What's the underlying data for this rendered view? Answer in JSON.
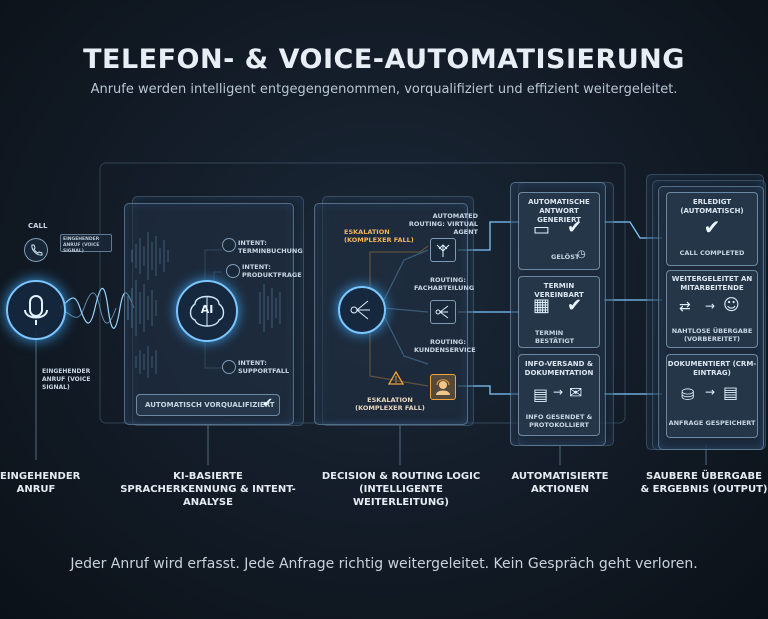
{
  "header": {
    "title": "TELEFON- & VOICE-AUTOMATISIERUNG",
    "subtitle": "Anrufe werden intelligent entgegengenommen, vorqualifiziert und effizient weitergeleitet."
  },
  "input": {
    "call_label": "CALL",
    "tag_label": "EINGEHENDER ANRUF (VOICE SIGNAL)",
    "signal_label": "EINGEHENDER ANRUF (VOICE SIGNAL)",
    "mic_icon": "microphone-icon",
    "phone_icon": "phone-icon"
  },
  "recognition": {
    "ai_label": "AI",
    "intents": [
      "INTENT: TERMINBUCHUNG",
      "INTENT: PRODUKTFRAGE",
      "INTENT: SUPPORTFALL"
    ],
    "status": "AUTOMATISCH VORQUALIFIZIERT"
  },
  "routing": {
    "escalation_top": "ESKALATION (KOMPLEXER FALL)",
    "automated": "AUTOMATED ROUTING: VIRTUAL AGENT",
    "fach": "ROUTING: FACHABTEILUNG",
    "kunden": "ROUTING: KUNDENSERVICE",
    "escalation_bottom": "ESKALATION (KOMPLEXER FALL)"
  },
  "actions": [
    {
      "title": "AUTOMATISCHE ANTWORT GENERIERT",
      "status": "GELÖST"
    },
    {
      "title": "TERMIN VEREINBART",
      "status": "TERMIN BESTÄTIGT"
    },
    {
      "title": "INFO-VERSAND & DOKUMENTATION",
      "status": "INFO GESENDET & PROTOKOLLIERT"
    }
  ],
  "outputs": [
    {
      "title": "ERLEDIGT (AUTOMATISCH)",
      "status": "CALL COMPLETED"
    },
    {
      "title": "WEITERGELEITET AN MITARBEITENDE",
      "status": "NAHTLOSE ÜBERGABE (VORBEREITET)"
    },
    {
      "title": "DOKUMENTIERT (CRM-EINTRAG)",
      "status": "ANFRAGE GESPEICHERT"
    }
  ],
  "stages": [
    "EINGEHENDER ANRUF",
    "KI-BASIERTE SPRACHERKENNUNG & INTENT-ANALYSE",
    "DECISION & ROUTING LOGIC (INTELLIGENTE WEITERLEITUNG)",
    "AUTOMATISIERTE AKTIONEN",
    "SAUBERE ÜBERGABE & ERGEBNIS (OUTPUT)"
  ],
  "footer": "Jeder Anruf wird erfasst. Jede Anfrage richtig weitergeleitet. Kein Gespräch geht verloren.",
  "colors": {
    "accent": "#58b8ff",
    "escalation": "#f2a33a",
    "background": "#121b26"
  }
}
